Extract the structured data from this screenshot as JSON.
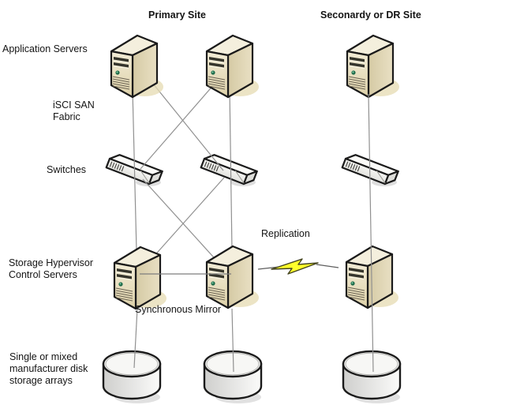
{
  "diagram": {
    "headers": {
      "primary": "Primary Site",
      "secondary": "Seconardy or DR Site"
    },
    "labels": {
      "app_servers": "Application Servers",
      "fabric_l1": "iSCI SAN",
      "fabric_l2": "Fabric",
      "switches": "Switches",
      "storage_l1": "Storage Hypervisor",
      "storage_l2": "Control Servers",
      "replication": "Replication",
      "sync_mirror": "Synchronous Mirror",
      "disks_l1": "Single or mixed",
      "disks_l2": "manufacturer disk",
      "disks_l3": "storage arrays"
    },
    "colors": {
      "background": "#ffffff",
      "server_body": "#e9e0c4",
      "connector_line": "#909090",
      "icon_outline": "#1a1a1a",
      "bolt_fill": "#ffff2b",
      "bolt_stroke": "#45451f"
    }
  }
}
